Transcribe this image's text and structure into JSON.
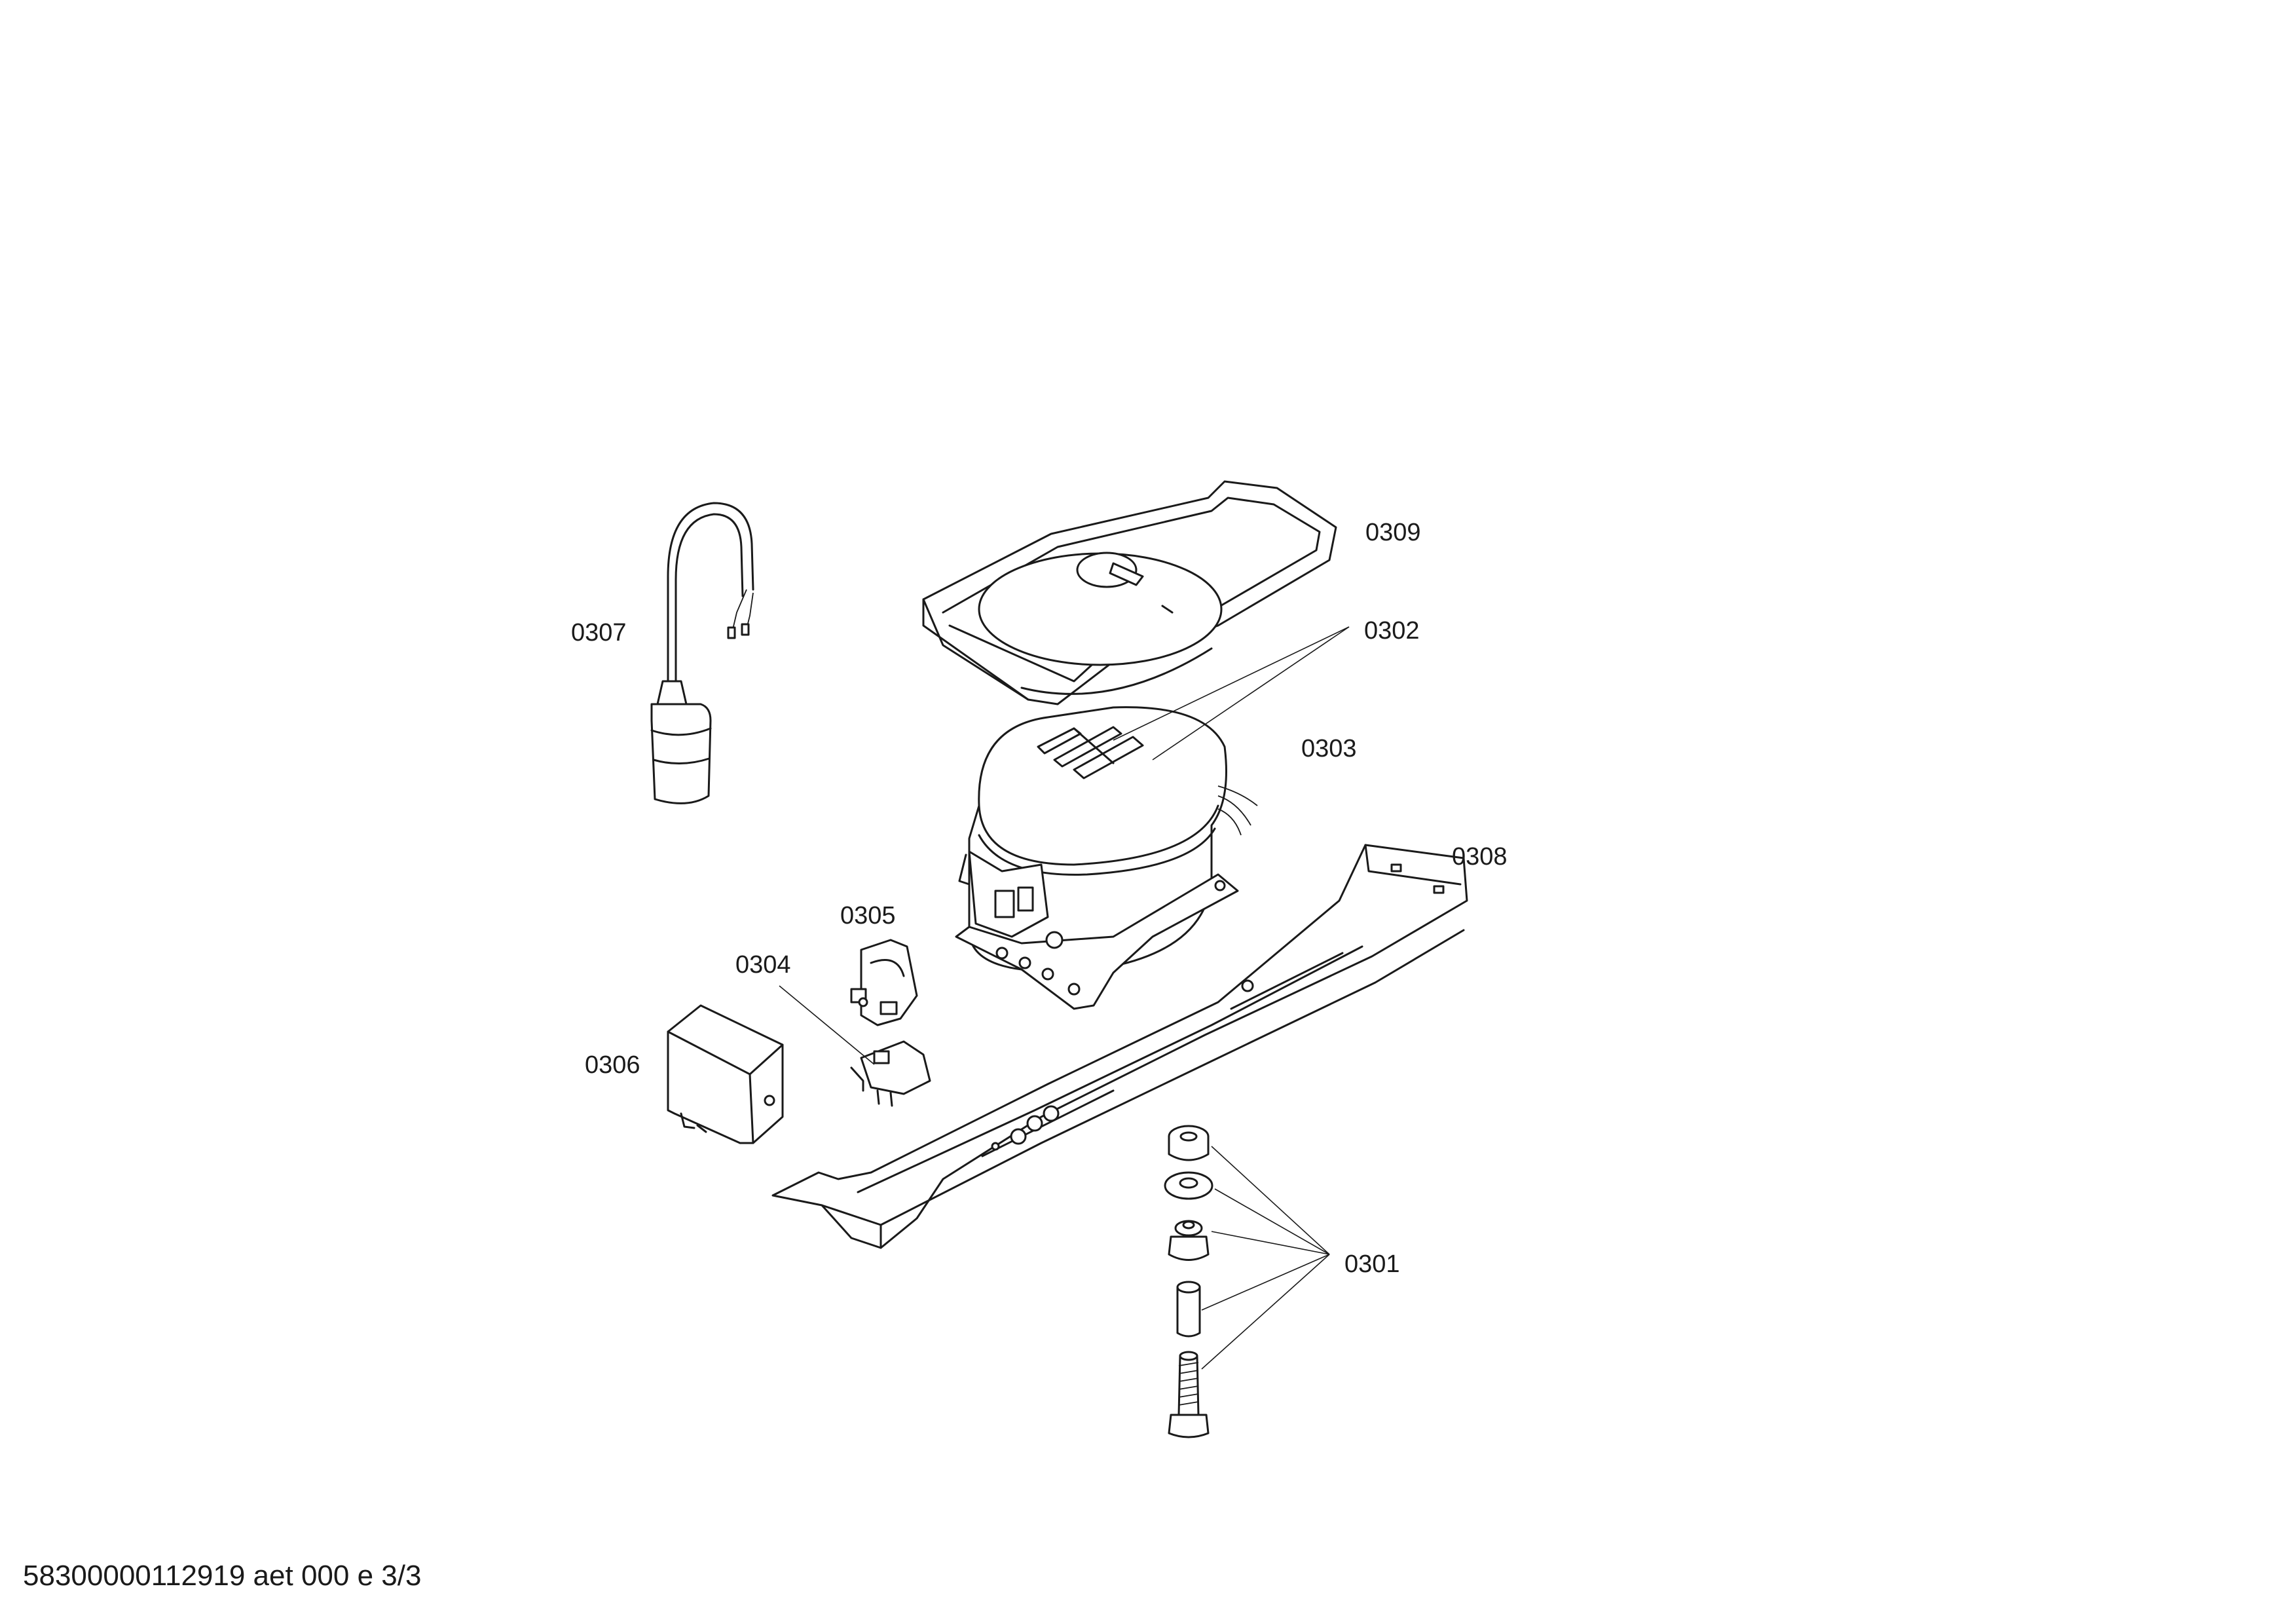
{
  "parts": [
    {
      "id": "0301",
      "label": "0301"
    },
    {
      "id": "0302",
      "label": "0302"
    },
    {
      "id": "0303",
      "label": "0303"
    },
    {
      "id": "0304",
      "label": "0304"
    },
    {
      "id": "0305",
      "label": "0305"
    },
    {
      "id": "0306",
      "label": "0306"
    },
    {
      "id": "0307",
      "label": "0307"
    },
    {
      "id": "0308",
      "label": "0308"
    },
    {
      "id": "0309",
      "label": "0309"
    }
  ],
  "footer": {
    "document_code": "58300000112919 aet 000 e 3/3"
  }
}
